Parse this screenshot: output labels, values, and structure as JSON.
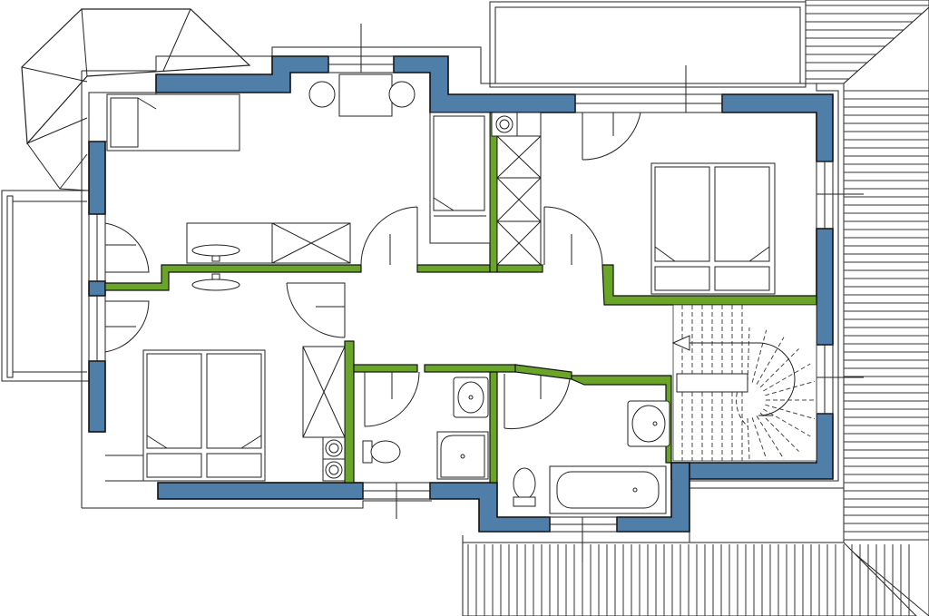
{
  "diagram": {
    "type": "floor-plan",
    "colors": {
      "exterior_wall": "#4f7ea8",
      "interior_wall": "#6aa52a",
      "line": "#222222",
      "background": "#ffffff"
    },
    "rooms": [
      {
        "kind": "bedroom",
        "contents": [
          "bed",
          "desk",
          "chairs",
          "wardrobe",
          "dresser",
          "lamp"
        ]
      },
      {
        "kind": "bedroom",
        "contents": [
          "double-bed",
          "wardrobe"
        ]
      },
      {
        "kind": "bedroom",
        "contents": [
          "double-bed",
          "wardrobe",
          "chimney-flues"
        ]
      },
      {
        "kind": "hallway",
        "contents": []
      },
      {
        "kind": "shower-room",
        "contents": [
          "toilet",
          "washbasin",
          "shower"
        ]
      },
      {
        "kind": "bathroom",
        "contents": [
          "toilet",
          "washbasin",
          "bathtub"
        ]
      },
      {
        "kind": "staircase",
        "contents": [
          "winder-stairs",
          "direction-arrow"
        ]
      },
      {
        "kind": "balcony",
        "contents": []
      },
      {
        "kind": "roof",
        "contents": [
          "roof-slopes"
        ]
      }
    ]
  }
}
